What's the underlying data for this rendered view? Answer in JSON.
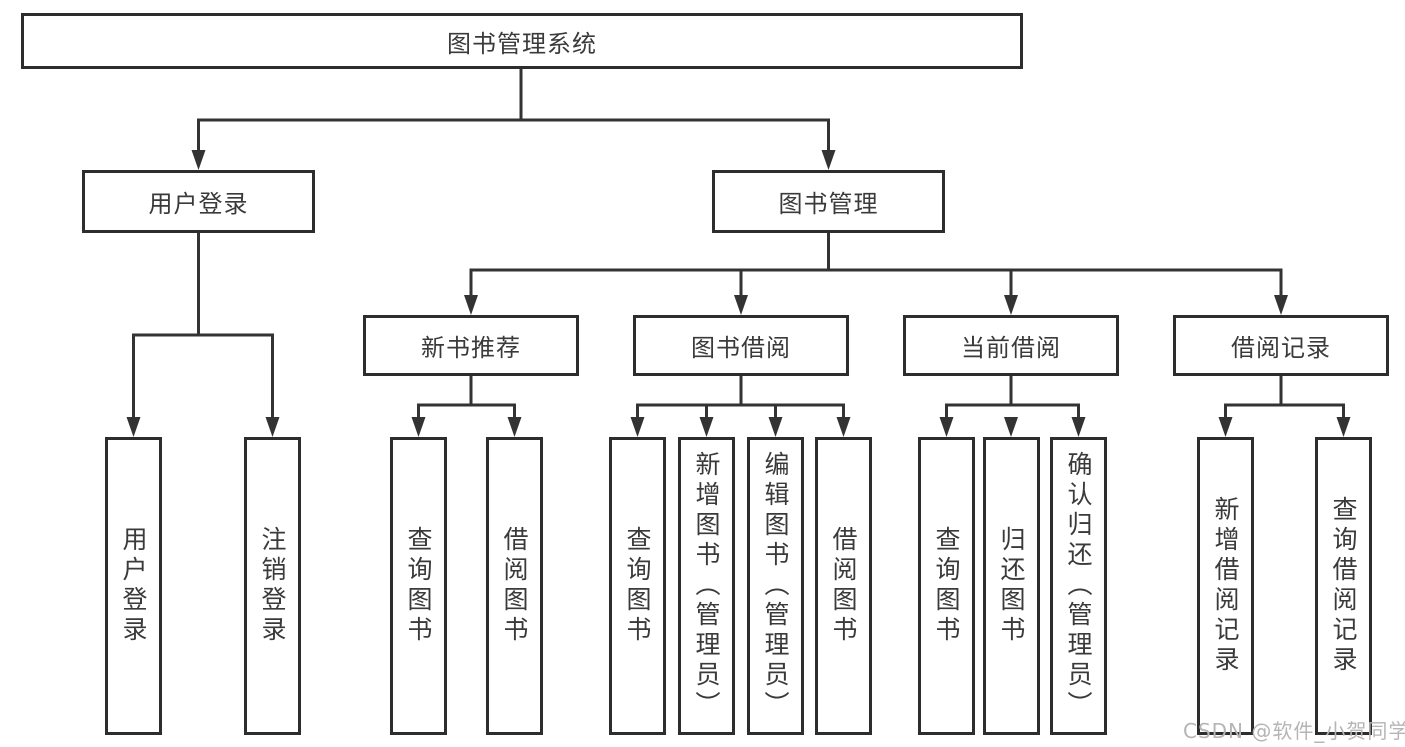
{
  "diagram_title": "图书管理系统",
  "watermark": "CSDN @软件_小贺同学",
  "colors": {
    "line": "#333333",
    "border": "#2d2d2d",
    "text": "#3a3a3a",
    "watermark": "#b5b5b5",
    "background": "#ffffff"
  },
  "nodes": {
    "root": {
      "label": "图书管理系统"
    },
    "user_login": {
      "label": "用户登录"
    },
    "book_mgmt": {
      "label": "图书管理"
    },
    "new_book_rec": {
      "label": "新书推荐"
    },
    "book_borrow": {
      "label": "图书借阅"
    },
    "current_borrow": {
      "label": "当前借阅"
    },
    "borrow_record": {
      "label": "借阅记录"
    },
    "leaf_ul_login": {
      "label": "用户登录"
    },
    "leaf_ul_logout": {
      "label": "注销登录"
    },
    "leaf_nb_query": {
      "label": "查询图书"
    },
    "leaf_nb_borrow": {
      "label": "借阅图书"
    },
    "leaf_bb_query": {
      "label": "查询图书"
    },
    "leaf_bb_add": {
      "label": "新增图书（管理员）"
    },
    "leaf_bb_edit": {
      "label": "编辑图书（管理员）"
    },
    "leaf_bb_borrow": {
      "label": "借阅图书"
    },
    "leaf_cb_query": {
      "label": "查询图书"
    },
    "leaf_cb_return": {
      "label": "归还图书"
    },
    "leaf_cb_confirm": {
      "label": "确认归还（管理员）"
    },
    "leaf_br_add": {
      "label": "新增借阅记录"
    },
    "leaf_br_query": {
      "label": "查询借阅记录"
    }
  },
  "hierarchy": {
    "图书管理系统": {
      "用户登录": [
        "用户登录",
        "注销登录"
      ],
      "图书管理": {
        "新书推荐": [
          "查询图书",
          "借阅图书"
        ],
        "图书借阅": [
          "查询图书",
          "新增图书（管理员）",
          "编辑图书（管理员）",
          "借阅图书"
        ],
        "当前借阅": [
          "查询图书",
          "归还图书",
          "确认归还（管理员）"
        ],
        "借阅记录": [
          "新增借阅记录",
          "查询借阅记录"
        ]
      }
    }
  }
}
